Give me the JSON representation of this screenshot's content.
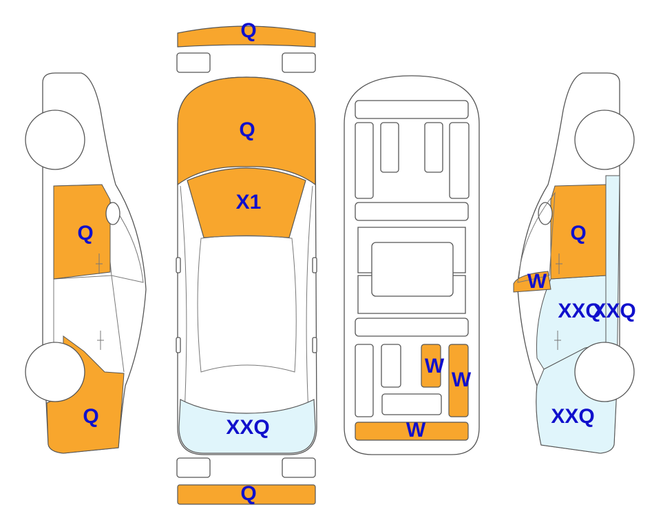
{
  "colors": {
    "damage_q": "#F8A62D",
    "damage_xxq": "#E0F5FB",
    "outline": "#555555",
    "label": "#1010CC"
  },
  "labels": {
    "front_bumper": "Q",
    "hood": "Q",
    "windshield": "X1",
    "rear_window": "XXQ",
    "rear_bumper": "Q",
    "left_front_door": "Q",
    "left_rear_quarter": "Q",
    "floor_panel_a": "W",
    "floor_panel_b": "W",
    "floor_rear": "W",
    "right_front_door": "Q",
    "right_mirror": "W",
    "right_rear_door": "XXQ",
    "right_rear_door_extra": "XXQ",
    "right_rear_quarter": "XXQ"
  }
}
